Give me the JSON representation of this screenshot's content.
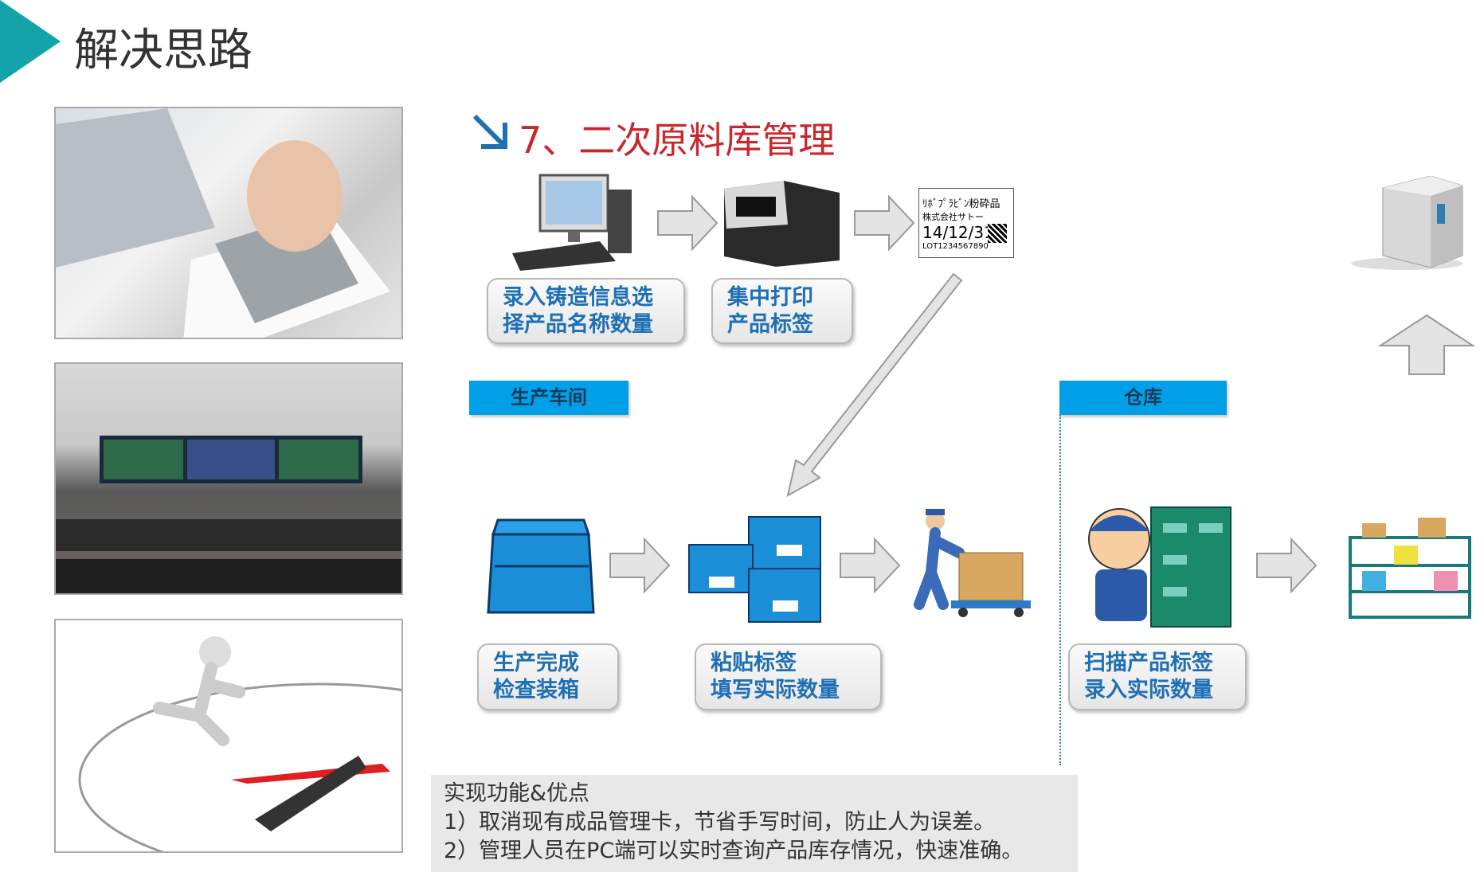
{
  "header": {
    "title": "解决思路"
  },
  "section": {
    "title": "7、二次原料库管理"
  },
  "steps": {
    "input": [
      "录入铸造信息选",
      "择产品名称数量"
    ],
    "print": [
      "集中打印",
      "产品标签"
    ],
    "pack": [
      "生产完成",
      "检查装箱"
    ],
    "stick": [
      "粘贴标签",
      "填写实际数量"
    ],
    "scan": [
      "扫描产品标签",
      "录入实际数量"
    ]
  },
  "zones": {
    "workshop": "生产车间",
    "warehouse": "仓库"
  },
  "tag": {
    "line1": "ﾘﾎﾞﾌﾟﾗﾋﾞﾝ粉砕品",
    "line2": "株式会社サトー",
    "date": "14/12/31",
    "lot": "LOT1234567890"
  },
  "notes": {
    "heading": "实现功能&优点",
    "items": [
      "1）取消现有成品管理卡，节省手写时间，防止人为误差。",
      "2）管理人员在PC端可以实时查询产品库存情况，快速准确。"
    ]
  },
  "colors": {
    "accent": "#14a3a8",
    "title_red": "#c8282d",
    "zone_blue": "#00a0e9",
    "step_text": "#1f6fb5"
  }
}
